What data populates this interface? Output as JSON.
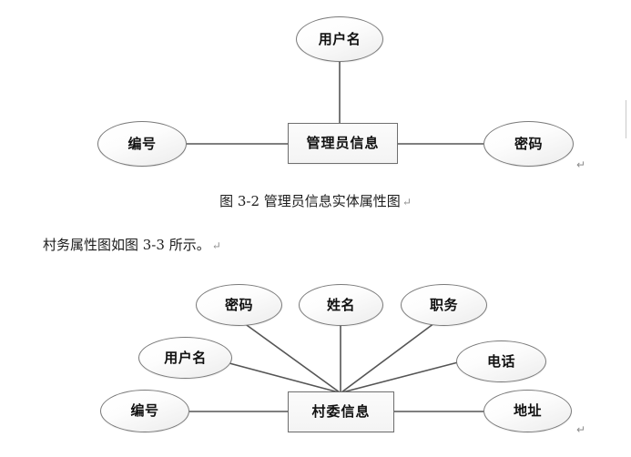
{
  "document": {
    "body_text": "村务属性图如图 3-3 所示。",
    "paragraph_mark": "↵"
  },
  "diagram_admin": {
    "caption": "图 3-2  管理员信息实体属性图",
    "caption_mark": "↵",
    "entity": {
      "label": "管理员信息",
      "shape": "rectangle"
    },
    "attributes": [
      {
        "label": "用户名",
        "shape": "ellipse",
        "position": "top"
      },
      {
        "label": "编号",
        "shape": "ellipse",
        "position": "left"
      },
      {
        "label": "密码",
        "shape": "ellipse",
        "position": "right"
      }
    ],
    "paragraph_mark": "↵"
  },
  "diagram_village": {
    "entity": {
      "label": "村委信息",
      "shape": "rectangle"
    },
    "attributes": [
      {
        "label": "密码",
        "shape": "ellipse",
        "position": "top-left"
      },
      {
        "label": "姓名",
        "shape": "ellipse",
        "position": "top-center"
      },
      {
        "label": "职务",
        "shape": "ellipse",
        "position": "top-right"
      },
      {
        "label": "用户名",
        "shape": "ellipse",
        "position": "upper-left"
      },
      {
        "label": "电话",
        "shape": "ellipse",
        "position": "upper-right"
      },
      {
        "label": "编号",
        "shape": "ellipse",
        "position": "left"
      },
      {
        "label": "地址",
        "shape": "ellipse",
        "position": "right"
      }
    ],
    "paragraph_mark": "↵"
  },
  "colors": {
    "connector": "#555555",
    "shape_border": "#7a7a7a",
    "shape_fill": "#fafafa",
    "text": "#111111",
    "mark": "#8c8c8c",
    "page_background": "#ffffff"
  }
}
